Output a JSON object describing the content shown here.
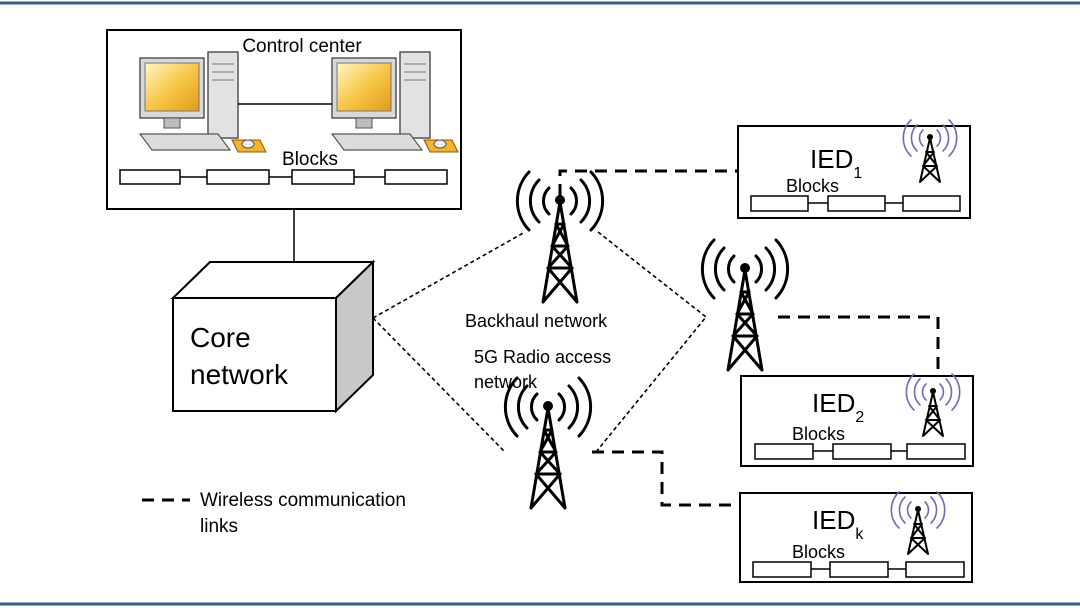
{
  "control_center": {
    "title": "Control center",
    "blocks_label": "Blocks"
  },
  "core_network": {
    "line1": "Core",
    "line2": "network"
  },
  "backhaul_label": "Backhaul network",
  "ran_label": {
    "line1": "5G Radio access",
    "line2": "network"
  },
  "ieds": [
    {
      "name": "IED",
      "subscript": "1",
      "blocks_label": "Blocks"
    },
    {
      "name": "IED",
      "subscript": "2",
      "blocks_label": "Blocks"
    },
    {
      "name": "IED",
      "subscript": "k",
      "blocks_label": "Blocks"
    }
  ],
  "legend": {
    "line1": "Wireless communication",
    "line2": "links"
  },
  "colors": {
    "frame": "#2e5f8f",
    "monitor_screen": "#f2b430",
    "signal_waves": "#6a6ab8"
  }
}
